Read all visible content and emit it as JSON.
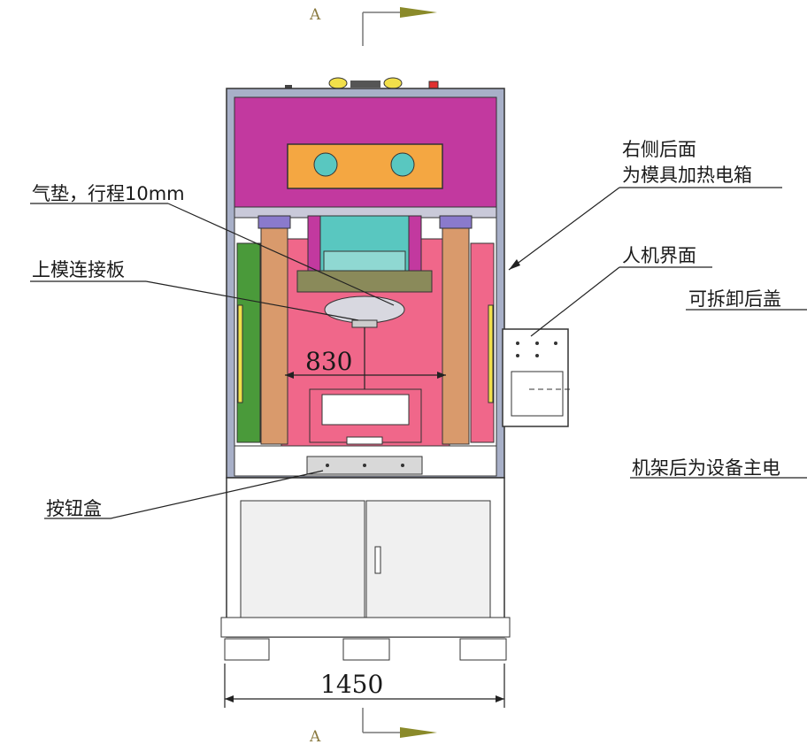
{
  "section": {
    "letter_top": "A",
    "letter_bottom": "A",
    "arrow_color": "#8a8a2a"
  },
  "labels": {
    "air_cushion": "气垫，行程10mm",
    "upper_plate": "上模连接板",
    "button_box": "按钮盒",
    "right_rear": "右侧后面",
    "mold_heating": "为模具加热电箱",
    "hmi": "人机界面",
    "rear_cover": "可拆卸后盖",
    "frame_rear": "机架后为设备主电"
  },
  "dimensions": {
    "inner_width": "830",
    "overall_width": "1450"
  },
  "colors": {
    "crown": "#c2399f",
    "cylinder_plate": "#f4a742",
    "body_pink": "#f0678a",
    "column": "#d99a6c",
    "cylinder": "#59c7c0",
    "platen": "#8a8a5a",
    "upright_green": "#4a9a3a",
    "frame_blue": "#a8b0c8",
    "cabinet": "#f0f0f0"
  }
}
